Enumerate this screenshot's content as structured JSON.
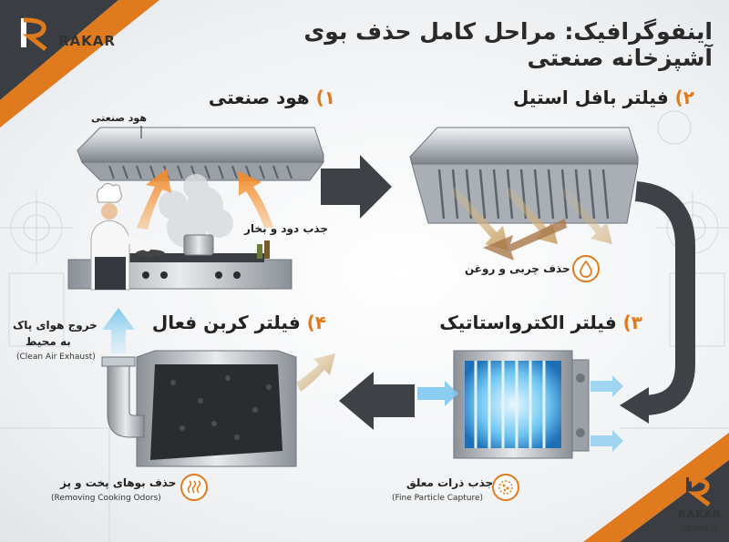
{
  "title": "اینفوگرافیک: مراحل کامل حذف بوی آشپزخانه صنعتی",
  "brand": {
    "name": "RAKAR",
    "url": "rakar.ir",
    "accent": "#e07a1f",
    "dark": "#3a3d42"
  },
  "steps": [
    {
      "num": "۱)",
      "label": "هود صنعتی"
    },
    {
      "num": "۲)",
      "label": "فیلتر بافل استیل"
    },
    {
      "num": "۳)",
      "label": "فیلتر الکترواستاتیک"
    },
    {
      "num": "۴)",
      "label": "فیلتر کربن فعال"
    }
  ],
  "callouts": {
    "hood_label": "هود صنعتی",
    "smoke_label": "جذب دود و بخار",
    "grease_label": "حذف چربی و روغن",
    "particle_label": "جذب ذرات معلق",
    "particle_en": "(Fine Particle Capture)",
    "odor_label": "حذف بوهای پخت و پز",
    "odor_en": "(Removing Cooking Odors)",
    "exhaust_line1": "خروج هوای پاک",
    "exhaust_line2": "به محیط",
    "exhaust_en": "(Clean Air Exhaust)"
  },
  "icons": [
    "drop-icon",
    "particles-icon",
    "odor-waves-icon"
  ]
}
